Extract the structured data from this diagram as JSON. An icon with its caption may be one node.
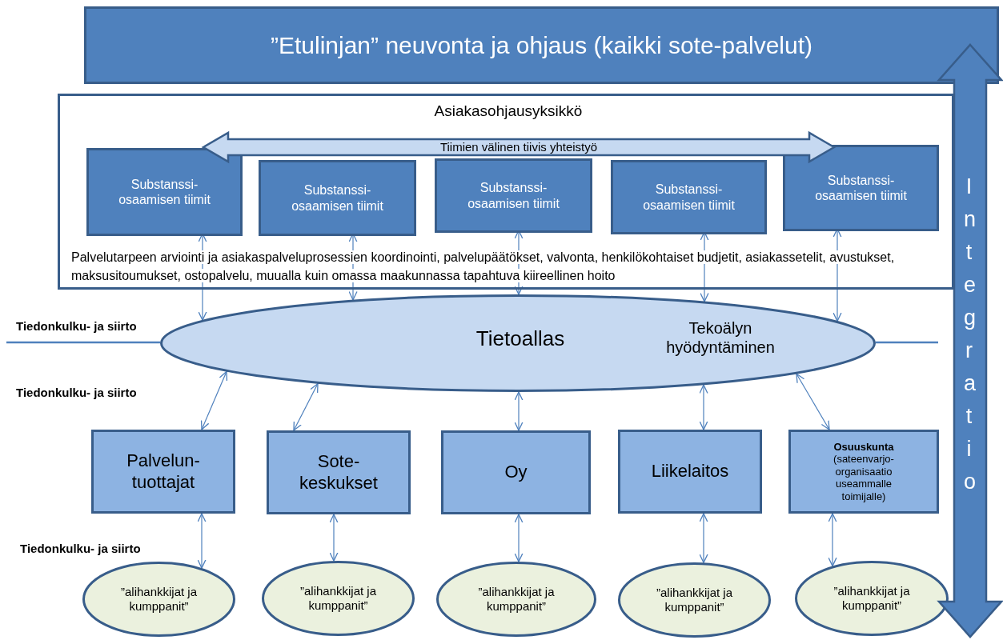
{
  "diagram": {
    "nodes": [
      {
        "text": [
          "”Etulinjan” neuvonta ja ohjaus (kaikki sote-palvelut)"
        ]
      },
      {
        "text": [
          "Asiakasohjausyksikkö",
          "Palvelutarpeen arviointi ja asiakaspalveluprosessien koordinointi,  palvelupäätökset, valvonta, henkilökohtaiset budjetit, asiakassetelit, avustukset, maksusitoumukset, ostopalvelu, muualla kuin omassa maakunnassa tapahtuva kiireellinen hoito"
        ]
      },
      {
        "text": [
          "Substanssi- osaamisen tiimit"
        ],
        "in": 1
      },
      {
        "text": [
          "Substanssi- osaamisen tiimit"
        ],
        "in": 1
      },
      {
        "text": [
          "Substanssi- osaamisen tiimit"
        ],
        "in": 1
      },
      {
        "text": [
          "Substanssi- osaamisen tiimit"
        ],
        "in": 1
      },
      {
        "text": [
          "Substanssi- osaamisen tiimit"
        ],
        "in": 1
      },
      {
        "text": [
          "Tiimien välinen tiivis yhteistyö"
        ],
        "in": 1
      },
      {
        "text": [
          "Tietoallas",
          "Tekoälyn hyödyntäminen"
        ]
      },
      {
        "text": [
          "Palvelun- tuottajat"
        ]
      },
      {
        "text": [
          "Sote- keskukset"
        ]
      },
      {
        "text": [
          "Oy"
        ]
      },
      {
        "text": [
          "Liikelaitos"
        ]
      },
      {
        "text": [
          "Osuuskunta",
          "(sateenvarjo- organisaatio useammalle toimijalle)"
        ]
      },
      {
        "text": [
          "”alihankkijat ja kumppanit”"
        ]
      },
      {
        "text": [
          "”alihankkijat ja kumppanit”"
        ]
      },
      {
        "text": [
          "”alihankkijat ja kumppanit”"
        ]
      },
      {
        "text": [
          "”alihankkijat ja kumppanit”"
        ]
      },
      {
        "text": [
          "”alihankkijat ja kumppanit”"
        ]
      },
      {
        "text": [
          "Integratio"
        ]
      }
    ],
    "edges": [
      {
        "from": 2,
        "to": 8,
        "arrow": "both"
      },
      {
        "from": 3,
        "to": 8,
        "arrow": "both"
      },
      {
        "from": 4,
        "to": 8,
        "arrow": "both"
      },
      {
        "from": 5,
        "to": 8,
        "arrow": "both"
      },
      {
        "from": 6,
        "to": 8,
        "arrow": "both"
      },
      {
        "from": 8,
        "to": 9,
        "arrow": "both"
      },
      {
        "from": 8,
        "to": 10,
        "arrow": "both"
      },
      {
        "from": 8,
        "to": 11,
        "arrow": "both"
      },
      {
        "from": 8,
        "to": 12,
        "arrow": "both"
      },
      {
        "from": 8,
        "to": 13,
        "arrow": "both"
      },
      {
        "from": 9,
        "to": 14,
        "arrow": "both"
      },
      {
        "from": 10,
        "to": 15,
        "arrow": "both"
      },
      {
        "from": 11,
        "to": 16,
        "arrow": "both"
      },
      {
        "from": 12,
        "to": 17,
        "arrow": "both"
      },
      {
        "from": 13,
        "to": 18,
        "arrow": "both"
      },
      {
        "from": null,
        "to": 8,
        "arrow": "none"
      },
      {
        "from": 8,
        "to": 19,
        "arrow": "none"
      }
    ],
    "labels": [
      "Tiedonkulku- ja siirto",
      "Tiedonkulku- ja siirto",
      "Tiedonkulku- ja siirto"
    ]
  }
}
